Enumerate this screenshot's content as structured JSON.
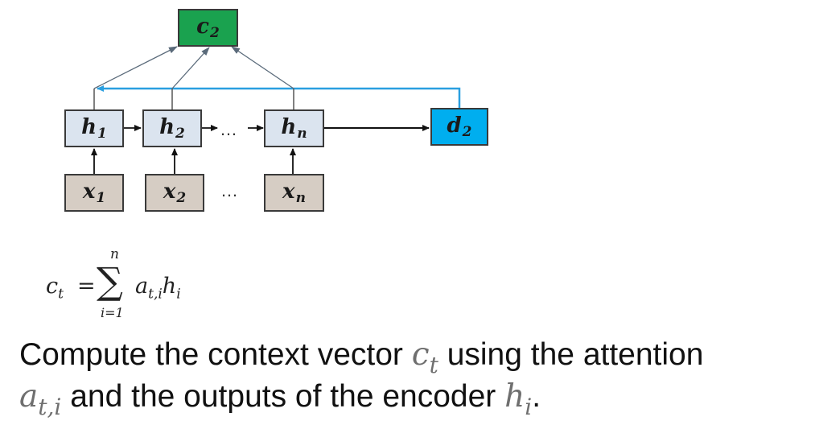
{
  "diagram": {
    "context_node": {
      "symbol": "c",
      "sub": "2"
    },
    "decoder_node": {
      "symbol": "d",
      "sub": "2"
    },
    "hidden_nodes": [
      {
        "symbol": "h",
        "sub": "1"
      },
      {
        "symbol": "h",
        "sub": "2"
      },
      {
        "symbol": "h",
        "sub": "n"
      }
    ],
    "input_nodes": [
      {
        "symbol": "x",
        "sub": "1"
      },
      {
        "symbol": "x",
        "sub": "2"
      },
      {
        "symbol": "x",
        "sub": "n"
      }
    ],
    "ellipsis": "…",
    "colors": {
      "context": "#1aa24f",
      "decoder": "#00aeef",
      "hidden": "#dbe4ef",
      "input": "#d6cdc4",
      "attention_line": "#2a9fe0",
      "arrow": "#555555"
    }
  },
  "formula": {
    "lhs": "c",
    "lhs_sub": "t",
    "equals": "=",
    "sum_symbol": "∑",
    "upper": "n",
    "lower": "i=1",
    "term_a": "a",
    "term_a_sub": "t,i",
    "term_h": "h",
    "term_h_sub": "i"
  },
  "caption": {
    "line1_text": "Compute the context vector ",
    "line1_math": "c",
    "line1_math_sub": "t",
    "line1_rest": " using the attention",
    "line2_math": "a",
    "line2_math_sub": "t,i",
    "line2_text": " and the outputs of the encoder ",
    "line2_math2": "h",
    "line2_math2_sub": "i",
    "line2_end": "."
  }
}
